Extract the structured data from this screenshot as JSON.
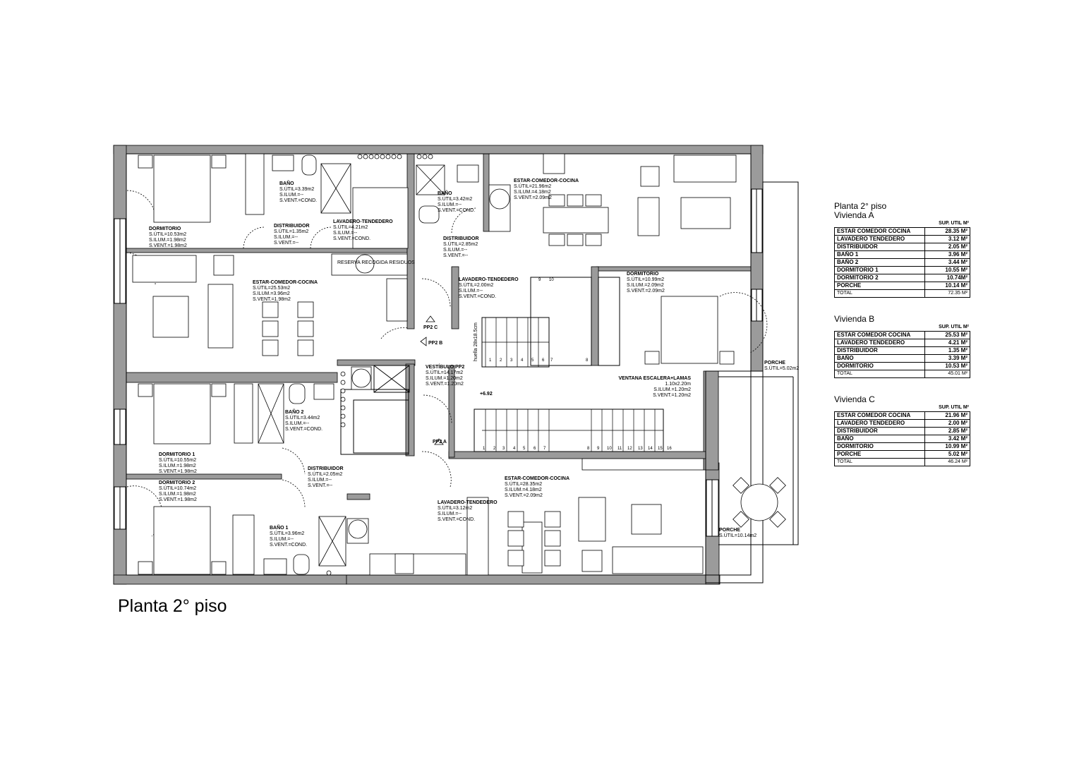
{
  "sheet_title": "Planta 2° piso",
  "rooms": [
    {
      "name": "DORMITORIO",
      "lines": [
        "S.ÚTIL=10.53m2",
        "S.ILUM.=1.98m2",
        "S.VENT.=1.98m2"
      ]
    },
    {
      "name": "BAÑO",
      "lines": [
        "S.ÚTIL=3.39m2",
        "S.ILUM.=--",
        "S.VENT.=COND."
      ]
    },
    {
      "name": "DISTRIBUIDOR",
      "lines": [
        "S.ÚTIL=1.35m2",
        "S.ILUM.=--",
        "S.VENT.=--"
      ]
    },
    {
      "name": "LAVADERO-TENDEDERO",
      "lines": [
        "S.ÚTIL=4.21m2",
        "S.ILUM.=--",
        "S.VENT.=COND."
      ]
    },
    {
      "name": "ESTAR-COMEDOR-COCINA",
      "lines": [
        "S.ÚTIL=25.53m2",
        "S.ILUM.=3.96m2",
        "S.VENT.=1.98m2"
      ]
    },
    {
      "name": "BAÑO",
      "lines": [
        "S.ÚTIL=3.42m2",
        "S.ILUM.=--",
        "S.VENT.=COND."
      ]
    },
    {
      "name": "DISTRIBUIDOR",
      "lines": [
        "S.ÚTIL=2.85m2",
        "S.ILUM.=--",
        "S.VENT.=--"
      ]
    },
    {
      "name": "LAVADERO-TENDEDERO",
      "lines": [
        "S.ÚTIL=2.00m2",
        "S.ILUM.=--",
        "S.VENT.=COND."
      ]
    },
    {
      "name": "ESTAR-COMEDOR-COCINA",
      "lines": [
        "S.ÚTIL=21.96m2",
        "S.ILUM.=4.18m2",
        "S.VENT.=2.09m2"
      ]
    },
    {
      "name": "DORMITORIO",
      "lines": [
        "S.ÚTIL=10.99m2",
        "S.ILUM.=2.09m2",
        "S.VENT.=2.09m2"
      ]
    },
    {
      "name": "PORCHE",
      "lines": [
        "S.ÚTIL=5.02m2"
      ]
    },
    {
      "name": "VESTÍBULO PP2",
      "lines": [
        "S.ÚTIL=14.17m2",
        "S.ILUM.=1.20m2",
        "S.VENT.=1.20m2"
      ]
    },
    {
      "name": "VENTANA ESCALERA+LAMAS",
      "lines": [
        "1.10x2.20m",
        "S.ILUM.=1.20m2",
        "S.VENT.=1.20m2"
      ]
    },
    {
      "name": "BAÑO 2",
      "lines": [
        "S.ÚTIL=3.44m2",
        "S.ILUM.=--",
        "S.VENT.=COND."
      ]
    },
    {
      "name": "DORMITORIO 1",
      "lines": [
        "S.ÚTIL=10.55m2",
        "S.ILUM.=1.98m2",
        "S.VENT.=1.98m2"
      ]
    },
    {
      "name": "DISTRIBUIDOR",
      "lines": [
        "S.ÚTIL=2.05m2",
        "S.ILUM.=--",
        "S.VENT.=--"
      ]
    },
    {
      "name": "DORMITORIO 2",
      "lines": [
        "S.ÚTIL=10.74m2",
        "S.ILUM.=1.98m2",
        "S.VENT.=1.98m2"
      ]
    },
    {
      "name": "BAÑO 1",
      "lines": [
        "S.ÚTIL=3.96m2",
        "S.ILUM.=--",
        "S.VENT.=COND."
      ]
    },
    {
      "name": "LAVADERO-TENDEDERO",
      "lines": [
        "S.ÚTIL=3.12m2",
        "S.ILUM.=--",
        "S.VENT.=COND."
      ]
    },
    {
      "name": "ESTAR-COMEDOR-COCINA",
      "lines": [
        "S.ÚTIL=28.35m2",
        "S.ILUM.=4.18m2",
        "S.VENT.=2.09m2"
      ]
    },
    {
      "name": "PORCHE",
      "lines": [
        "S.ÚTIL=10.14m2"
      ]
    }
  ],
  "markers": {
    "pp2_c": "PP2 C",
    "pp2_b": "PP2 B",
    "pp2_a": "PP2 A",
    "level": "+6.92",
    "reserve": "RESERVA RECOGIDA RESIDUOS",
    "stair_note": "huella 28x18.5cm"
  },
  "stair_upper_numbers": [
    "1",
    "2",
    "3",
    "4",
    "5",
    "6",
    "7",
    "8",
    "9",
    "10"
  ],
  "stair_lower_numbers": [
    "1",
    "2",
    "3",
    "4",
    "5",
    "6",
    "7",
    "8",
    "9",
    "10",
    "11",
    "12",
    "13",
    "14",
    "15",
    "16"
  ],
  "tables": {
    "header": "Planta 2° piso",
    "col_header": "SUP. UTIL M²",
    "viviendas": [
      {
        "title": "Vivienda A",
        "rows": [
          {
            "label": "ESTAR COMEDOR COCINA",
            "value": "28.35 M²"
          },
          {
            "label": "LAVADERO TENDEDERO",
            "value": "3.12 M²"
          },
          {
            "label": "DISTRIBUIDOR",
            "value": "2.05 M²"
          },
          {
            "label": "BAÑO 1",
            "value": "3.96 M²"
          },
          {
            "label": "BAÑO 2",
            "value": "3.44 M²"
          },
          {
            "label": "DORMITORIO 1",
            "value": "10.55 M²"
          },
          {
            "label": "DORMITORIO 2",
            "value": "10.74M²"
          },
          {
            "label": "PORCHE",
            "value": "10.14 M²"
          }
        ],
        "total_label": "TOTAL",
        "total_value": "72.35 M²"
      },
      {
        "title": "Vivienda B",
        "rows": [
          {
            "label": "ESTAR COMEDOR COCINA",
            "value": "25.53 M²"
          },
          {
            "label": "LAVADERO TENDEDERO",
            "value": "4.21 M²"
          },
          {
            "label": "DISTRIBUIDOR",
            "value": "1.35 M²"
          },
          {
            "label": "BAÑO",
            "value": "3.39 M²"
          },
          {
            "label": "DORMITORIO",
            "value": "10.53 M²"
          }
        ],
        "total_label": "TOTAL",
        "total_value": "45.01 M²"
      },
      {
        "title": "Vivienda C",
        "rows": [
          {
            "label": "ESTAR COMEDOR COCINA",
            "value": "21.96 M²"
          },
          {
            "label": "LAVADERO TENDEDERO",
            "value": "2.00 M²"
          },
          {
            "label": "DISTRIBUIDOR",
            "value": "2.85 M²"
          },
          {
            "label": "BAÑO",
            "value": "3.42 M²"
          },
          {
            "label": "DORMITORIO",
            "value": "10.99 M²"
          },
          {
            "label": "PORCHE",
            "value": "5.02 M²"
          }
        ],
        "total_label": "TOTAL",
        "total_value": "46.24 M²"
      }
    ]
  }
}
